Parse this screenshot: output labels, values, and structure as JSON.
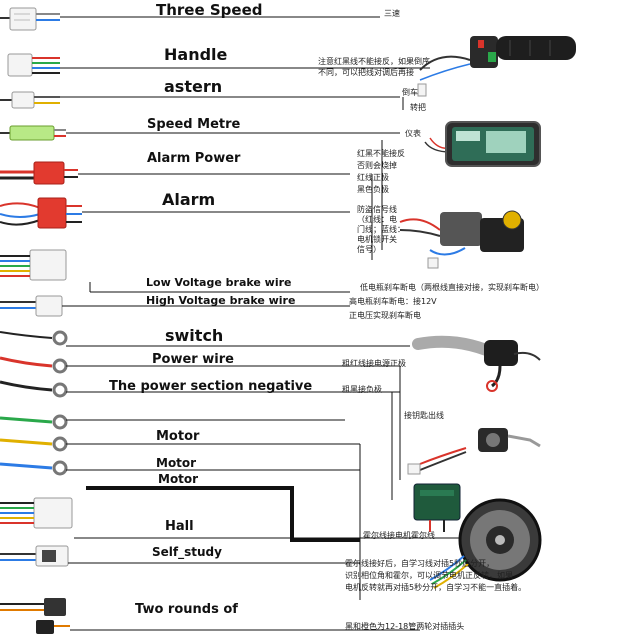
{
  "labels": {
    "three_speed": "Three Speed",
    "handle": "Handle",
    "astern": "astern",
    "speed_metre": "Speed Metre",
    "alarm_power": "Alarm Power",
    "alarm": "Alarm",
    "low_voltage_brake": "Low Voltage brake wire",
    "high_voltage_brake": "High Voltage brake wire",
    "switch": "switch",
    "power_wire": "Power wire",
    "power_negative": "The power section negative",
    "motor_1": "Motor",
    "motor_2": "Motor",
    "motor_3": "Motor",
    "hall": "Hall",
    "self_study": "Self_study",
    "two_rounds": "Two rounds of"
  },
  "notes": {
    "three_speed": "三速",
    "handle_1": "注意红黑线不能接反，如果倒序",
    "handle_2": "不同，可以把线对调后再接",
    "reverse": "倒车",
    "throttle": "转把",
    "meter": "仪表",
    "alarm_power_1": "红黑不能接反",
    "alarm_power_2": "否则会烧掉",
    "alarm_power_3": "红线正极",
    "alarm_power_4": "黑色负极",
    "alarm_1": "防盗信号线",
    "alarm_2": "（红线：电",
    "alarm_3": "门线；蓝线：",
    "alarm_4": "电机锁开关",
    "alarm_5": "信号）",
    "low_brake": "低电瓶刹车断电（两根线直接对接，实现刹车断电）",
    "high_brake_1": "高电瓶刹车断电：接12V",
    "high_brake_2": "正电压实现刹车断电",
    "power_positive": "粗红线接电源正极",
    "power_negative": "粗黑接负极",
    "key_switch": "接钥匙出线",
    "hall_note": "霍尔线接电机霍尔线",
    "self_study_1": "霍尔线接好后，自学习线对插5秒后分开，",
    "self_study_2": "识别相位角和霍尔，可以调节电机正反转，如果",
    "self_study_3": "电机反转就再对插5秒分开，自学习不能一直插着。",
    "two_rounds": "黑和橙色为12-18管两轮对插插头"
  }
}
